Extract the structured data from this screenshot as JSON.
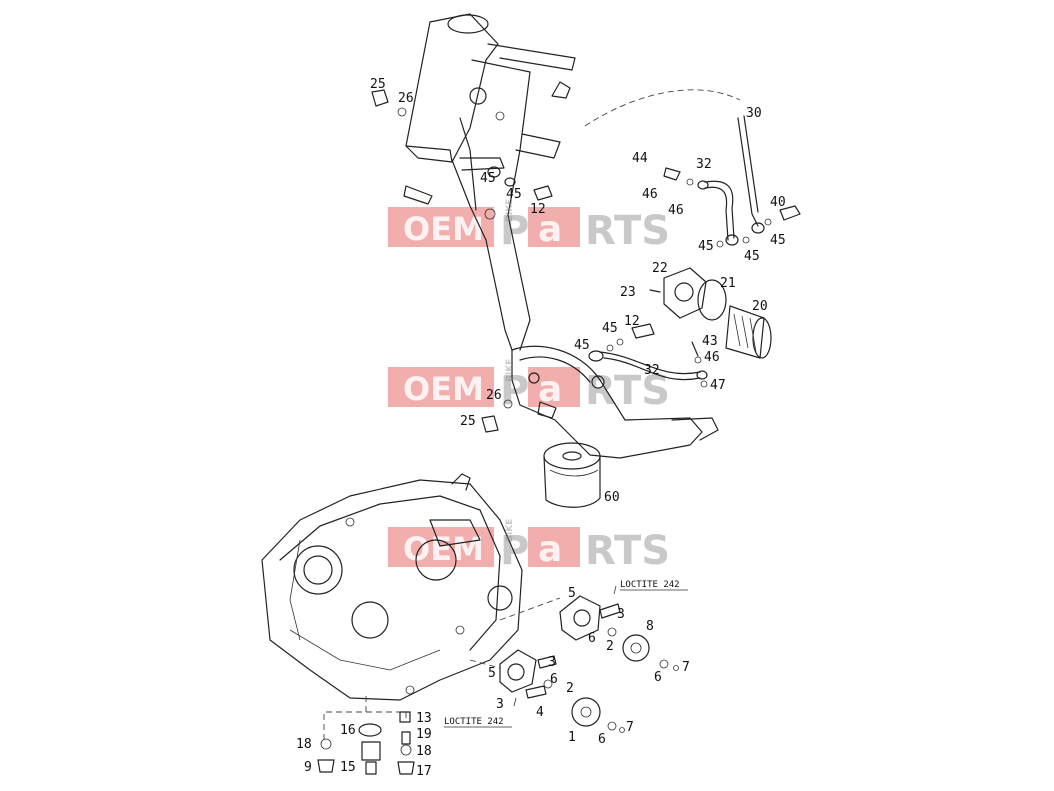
{
  "watermark": {
    "left": "OEM",
    "middle": "P",
    "highlight": "a",
    "right": "RTS",
    "side": "BIKE"
  },
  "labels": [
    {
      "id": "l30",
      "text": "30"
    },
    {
      "id": "l25a",
      "text": "25"
    },
    {
      "id": "l26a",
      "text": "26"
    },
    {
      "id": "l44",
      "text": "44"
    },
    {
      "id": "l32a",
      "text": "32"
    },
    {
      "id": "l46a",
      "text": "46"
    },
    {
      "id": "l46b",
      "text": "46"
    },
    {
      "id": "l40",
      "text": "40"
    },
    {
      "id": "l45a",
      "text": "45"
    },
    {
      "id": "l45b",
      "text": "45"
    },
    {
      "id": "l12a",
      "text": "12"
    },
    {
      "id": "l45c",
      "text": "45"
    },
    {
      "id": "l45d",
      "text": "45"
    },
    {
      "id": "l45e",
      "text": "45"
    },
    {
      "id": "l22",
      "text": "22"
    },
    {
      "id": "l21",
      "text": "21"
    },
    {
      "id": "l23",
      "text": "23"
    },
    {
      "id": "l20",
      "text": "20"
    },
    {
      "id": "l45f",
      "text": "45"
    },
    {
      "id": "l12b",
      "text": "12"
    },
    {
      "id": "l43",
      "text": "43"
    },
    {
      "id": "l45g",
      "text": "45"
    },
    {
      "id": "l46c",
      "text": "46"
    },
    {
      "id": "l32b",
      "text": "32"
    },
    {
      "id": "l47",
      "text": "47"
    },
    {
      "id": "l26b",
      "text": "26"
    },
    {
      "id": "l25b",
      "text": "25"
    },
    {
      "id": "l60",
      "text": "60"
    },
    {
      "id": "l5a",
      "text": "5"
    },
    {
      "id": "l3a",
      "text": "3"
    },
    {
      "id": "l6a",
      "text": "6"
    },
    {
      "id": "l8",
      "text": "8"
    },
    {
      "id": "l2a",
      "text": "2"
    },
    {
      "id": "l6b",
      "text": "6"
    },
    {
      "id": "l7a",
      "text": "7"
    },
    {
      "id": "l5b",
      "text": "5"
    },
    {
      "id": "l3b",
      "text": "3"
    },
    {
      "id": "l6c",
      "text": "6"
    },
    {
      "id": "l3c",
      "text": "3"
    },
    {
      "id": "l4",
      "text": "4"
    },
    {
      "id": "l2b",
      "text": "2"
    },
    {
      "id": "l1",
      "text": "1"
    },
    {
      "id": "l6d",
      "text": "6"
    },
    {
      "id": "l7b",
      "text": "7"
    },
    {
      "id": "l13",
      "text": "13"
    },
    {
      "id": "l16",
      "text": "16"
    },
    {
      "id": "l19",
      "text": "19"
    },
    {
      "id": "l18a",
      "text": "18"
    },
    {
      "id": "l18b",
      "text": "18"
    },
    {
      "id": "l9",
      "text": "9"
    },
    {
      "id": "l15",
      "text": "15"
    },
    {
      "id": "l17",
      "text": "17"
    }
  ],
  "notes": {
    "loctite_upper": "LOCTITE 242",
    "loctite_lower": "LOCTITE 242"
  }
}
